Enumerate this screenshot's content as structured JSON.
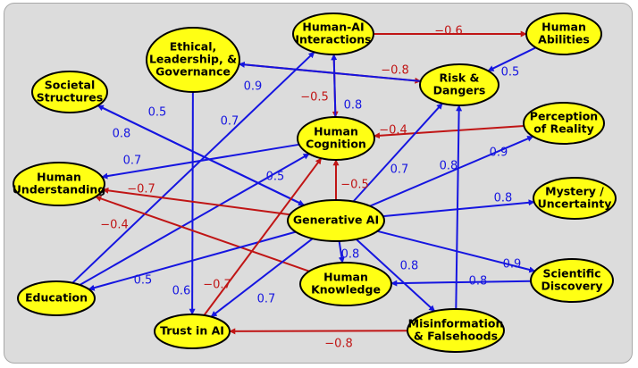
{
  "colors": {
    "positive": "#1515e0",
    "negative": "#c01515",
    "node_fill": "#ffff14",
    "background": "#dcdcdc"
  },
  "nodes": [
    {
      "id": "human-ai",
      "lines": [
        "Human-AI",
        "Interactions"
      ]
    },
    {
      "id": "ethical",
      "lines": [
        "Ethical,",
        "Leadership, &",
        "Governance"
      ]
    },
    {
      "id": "human-abilities",
      "lines": [
        "Human",
        "Abilities"
      ]
    },
    {
      "id": "risk",
      "lines": [
        "Risk &",
        "Dangers"
      ]
    },
    {
      "id": "societal",
      "lines": [
        "Societal",
        "Structures"
      ]
    },
    {
      "id": "cognition",
      "lines": [
        "Human",
        "Cognition"
      ]
    },
    {
      "id": "perception",
      "lines": [
        "Perception",
        "of Reality"
      ]
    },
    {
      "id": "understanding",
      "lines": [
        "Human",
        "Understanding"
      ]
    },
    {
      "id": "mystery",
      "lines": [
        "Mystery /",
        "Uncertainty"
      ]
    },
    {
      "id": "genai",
      "lines": [
        "Generative AI"
      ]
    },
    {
      "id": "scientific",
      "lines": [
        "Scientific",
        "Discovery"
      ]
    },
    {
      "id": "education",
      "lines": [
        "Education"
      ]
    },
    {
      "id": "knowledge",
      "lines": [
        "Human",
        "Knowledge"
      ]
    },
    {
      "id": "trust",
      "lines": [
        "Trust in AI"
      ]
    },
    {
      "id": "misinfo",
      "lines": [
        "Misinformation",
        "& Falsehoods"
      ]
    }
  ],
  "edges": [
    {
      "from": "human-ai",
      "to": "human-abilities",
      "label": "−0.6",
      "sign": "negative"
    },
    {
      "from": "ethical",
      "to": "risk",
      "label": "−0.8",
      "sign": "negative"
    },
    {
      "from": "human-abilities",
      "to": "risk",
      "label": "0.5",
      "sign": "positive"
    },
    {
      "from": "risk",
      "to": "ethical",
      "label": "0.9",
      "sign": "positive"
    },
    {
      "from": "human-ai",
      "to": "cognition",
      "label": "−0.5",
      "sign": "negative"
    },
    {
      "from": "cognition",
      "to": "human-ai",
      "label": "0.8",
      "sign": "positive"
    },
    {
      "from": "perception",
      "to": "cognition",
      "label": "−0.4",
      "sign": "negative"
    },
    {
      "from": "cognition",
      "to": "understanding",
      "label": "0.7",
      "sign": "positive"
    },
    {
      "from": "genai",
      "to": "societal",
      "label": "0.5",
      "sign": "positive"
    },
    {
      "from": "societal",
      "to": "genai",
      "label": "0.8",
      "sign": "positive"
    },
    {
      "from": "education",
      "to": "human-ai",
      "label": "0.7",
      "sign": "positive"
    },
    {
      "from": "ethical",
      "to": "trust",
      "label": "0.6",
      "sign": "positive"
    },
    {
      "from": "education",
      "to": "cognition",
      "label": "0.5",
      "sign": "positive"
    },
    {
      "from": "genai",
      "to": "cognition",
      "label": "−0.5",
      "sign": "negative"
    },
    {
      "from": "genai",
      "to": "understanding",
      "label": "−0.7",
      "sign": "negative"
    },
    {
      "from": "knowledge",
      "to": "understanding",
      "label": "−0.4",
      "sign": "negative"
    },
    {
      "from": "genai",
      "to": "risk",
      "label": "0.7",
      "sign": "positive"
    },
    {
      "from": "misinfo",
      "to": "risk",
      "label": "0.8",
      "sign": "positive"
    },
    {
      "from": "genai",
      "to": "perception",
      "label": "0.9",
      "sign": "positive"
    },
    {
      "from": "genai",
      "to": "mystery",
      "label": "0.8",
      "sign": "positive"
    },
    {
      "from": "genai",
      "to": "scientific",
      "label": "0.9",
      "sign": "positive"
    },
    {
      "from": "genai",
      "to": "knowledge",
      "label": "0.8",
      "sign": "positive"
    },
    {
      "from": "genai",
      "to": "misinfo",
      "label": "0.8",
      "sign": "positive"
    },
    {
      "from": "scientific",
      "to": "knowledge",
      "label": "0.8",
      "sign": "positive"
    },
    {
      "from": "genai",
      "to": "education",
      "label": "0.5",
      "sign": "positive"
    },
    {
      "from": "genai",
      "to": "trust",
      "label": "0.7",
      "sign": "positive"
    },
    {
      "from": "trust",
      "to": "cognition",
      "label": "−0.7",
      "sign": "negative"
    },
    {
      "from": "misinfo",
      "to": "trust",
      "label": "−0.8",
      "sign": "negative"
    }
  ]
}
